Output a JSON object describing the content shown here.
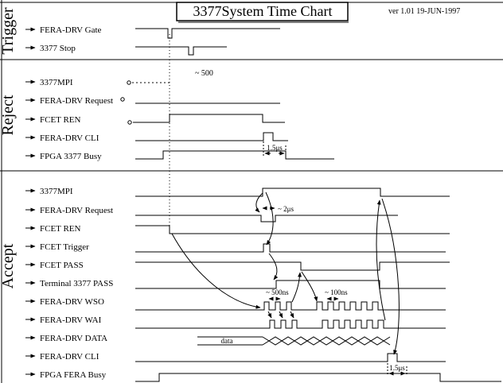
{
  "header": {
    "title": "3377System Time Chart",
    "version": "ver 1.01  19-JUN-1997"
  },
  "sections": [
    {
      "label": "Trigger",
      "signals": [
        "FERA-DRV Gate",
        "3377 Stop"
      ]
    },
    {
      "label": "Reject",
      "signals": [
        "3377MPI",
        "FERA-DRV Request",
        "FCET REN",
        "FERA-DRV CLI",
        "FPGA 3377 Busy"
      ]
    },
    {
      "label": "Accept",
      "signals": [
        "3377MPI",
        "FERA-DRV Request",
        "FCET REN",
        "FCET Trigger",
        "FCET PASS",
        "Terminal 3377 PASS",
        "FERA-DRV WSO",
        "FERA-DRV WAI",
        "FERA-DRV DATA",
        "FERA-DRV CLI",
        "FPGA FERA Busy"
      ]
    }
  ],
  "annotations": {
    "mpi_delay": "~ 500",
    "reject_cli_to_busy": "1.5μs",
    "request_width": "~ 2μs",
    "wso_period_first": "~ 500ns",
    "wso_period_second": "~ 100ns",
    "data_bus_label": "data",
    "accept_cli_to_busy": "1.5μs"
  },
  "colors": {
    "ink": "#000000",
    "background": "#ffffff"
  }
}
